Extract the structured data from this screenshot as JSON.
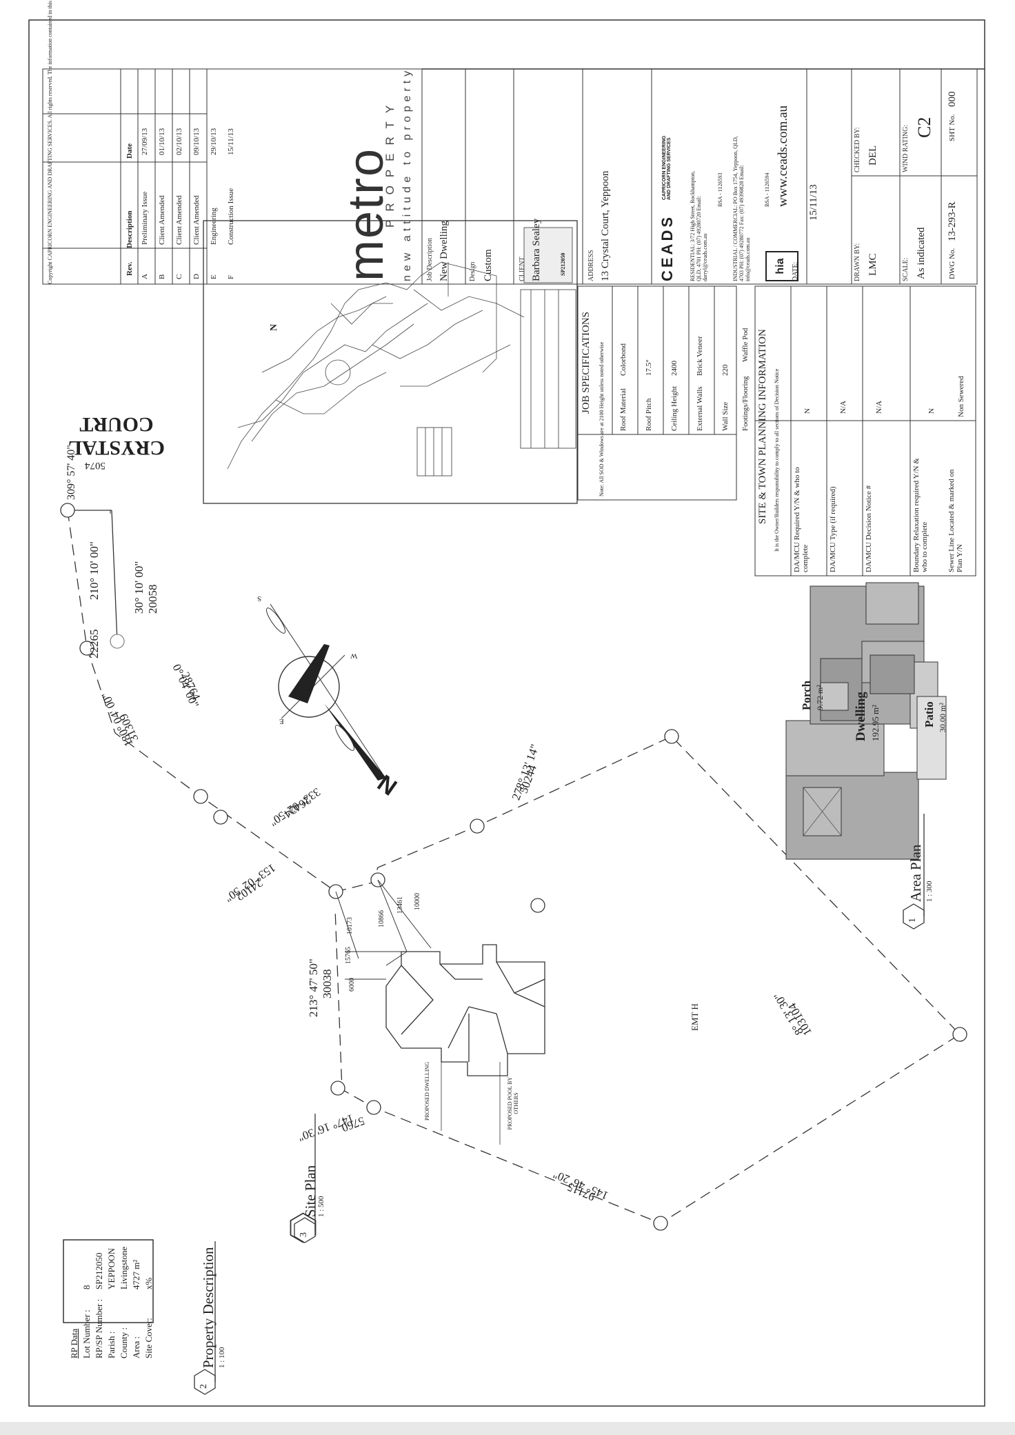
{
  "titleblock": {
    "copyright": "Copyright CAPRICORN ENGINEERING AND DRAFTING SERVICES. All rights reserved. The information contained in this document is subject to the terms and conditions of the agreement or contract under which the document was supplied to the recipient's organisation. None of the information contained in this document and no part of this document shall be: a) disclosed outside the recipient's own organisation b) reproduced or transmitted in any way or stored in any retrieval system, without the prior written permission of CAPRICORN ENGINEERING AND DRAFTING SERVICES.",
    "rev_header": [
      "Rev.",
      "Description",
      "Date"
    ],
    "revisions": [
      [
        "A",
        "Preliminary Issue",
        "27/09/13"
      ],
      [
        "B",
        "Client Amended",
        "01/10/13"
      ],
      [
        "C",
        "Client Amended",
        "02/10/13"
      ],
      [
        "D",
        "Client Amended",
        "09/10/13"
      ],
      [
        "E",
        "Engineering",
        "29/10/13"
      ],
      [
        "F",
        "Construction Issue",
        "15/11/13"
      ]
    ],
    "logo_word": "metro",
    "logo_sub": "PROPERTY",
    "logo_tag": "new attitude to property",
    "job_description_label": "Job Description",
    "job_description": "New Dwelling",
    "design_label": "Design",
    "design": "Custom",
    "client_label": "CLIENT",
    "client": "Barbara Sealey",
    "address_label": "ADDRESS",
    "address": "13 Crystal Court, Yeppoon",
    "ceads": "CEADS",
    "ceads_full": "CAPRICORN ENGINEERING AND DRAFTING SERVICES",
    "residential": "RESIDENTIAL: 3/72 High Street, Rockhampton, QLD, 4701 PH: (07) 49280720 Email: darryl@ceads.com.au",
    "bsa1": "BSA - 1126593",
    "industrial": "INDUSTRIAL / COMMERCIAL: PO Box 1754, Yeppoon, QLD, 4703 PH: (07) 49280772 Fax: (07) 49390828 Email: info@ceads.com.au",
    "bsa2": "BSA - 1126594",
    "website": "www.ceads.com.au",
    "date_label": "DATE:",
    "date": "15/11/13",
    "drawn_label": "DRAWN BY:",
    "drawn": "LMC",
    "checked_label": "CHECKED BY:",
    "checked": "DEL",
    "scale_label": "SCALE:",
    "scale": "As indicated",
    "wind_label": "WIND RATING:",
    "wind": "C2",
    "dwg_label": "DWG No.",
    "dwg": "13-293-R",
    "sht_label": "SHT No.",
    "sht": "000"
  },
  "specs": {
    "title": "JOB SPECIFICATIONS",
    "note": "Note: All SOD & Windows are at 2100 Height unless noted otherwise",
    "rows": [
      [
        "Roof Material",
        "Colorbond"
      ],
      [
        "Roof Pitch",
        "17.5°"
      ],
      [
        "Ceiling Height",
        "2400"
      ],
      [
        "External Walls",
        "Brick Veneer"
      ],
      [
        "Wall Size",
        "220"
      ],
      [
        "Footings/Flooring",
        "Waffle Pod"
      ]
    ]
  },
  "planning": {
    "title": "SITE & TOWN PLANNING INFORMATION",
    "subtitle": "It is the Owner/Builders responsibility to comply to all sections of Decision Notice",
    "rows": [
      [
        "DA/MCU Required Y/N & who to complete",
        "N"
      ],
      [
        "DA/MCU Type (if required)",
        "N/A"
      ],
      [
        "DA/MCU Decision Notice #",
        "N/A"
      ],
      [
        "Boundary Relaxation required Y/N & who to complete",
        "N"
      ],
      [
        "Sewer Line Located & marked on Plan Y/N",
        "Non Sewered"
      ]
    ]
  },
  "site": {
    "street": "CRYSTAL COURT",
    "street_dim": "5074",
    "b1": "309° 57' 40\"",
    "b2_a": "210° 10' 00\"",
    "b2_b": "22265",
    "b3_a": "30° 10' 00\"",
    "b3_b": "20058",
    "b4_a": "180° 04' 00\"",
    "b4_b": "31309",
    "b5_a": "0° 04' 00\"",
    "b5_b": "28764",
    "b6_a": "333° 02' 50\"",
    "b6_b": "26424",
    "b7_a": "153° 02' 50\"",
    "b7_b": "24102",
    "b8_a": "278° 13' 14\"",
    "b8_b": "50244",
    "b9_a": "213° 47' 50\"",
    "b9_b": "30038",
    "b10_a": "147° 16' 30\"",
    "b10_b": "5760",
    "b11_a": "145° 46' 20\"",
    "b11_b": "97115",
    "b12_a": "8° 13' 30\"",
    "b12_b": "103104",
    "d1": "10173",
    "d2": "10866",
    "d3": "13461",
    "d4": "10000",
    "d5": "15765",
    "d6": "6000",
    "emt": "EMT H",
    "proposed_dwelling": "PROPOSED DWELLING",
    "proposed_pool": "PROPOSED POOL BY OTHERS",
    "north": "N",
    "compass_s": "S",
    "compass_w": "W",
    "compass_e": "E"
  },
  "area_plan": {
    "porch": "Porch",
    "porch_area": "9.72 m²",
    "dwelling": "Dwelling",
    "dwelling_area": "192.95 m²",
    "patio": "Patio",
    "patio_area": "30.00 m²"
  },
  "labels": {
    "site_no": "3",
    "site_title": "Site Plan",
    "site_scale": "1 : 500",
    "area_no": "1",
    "area_title": "Area Plan",
    "area_scale": "1 : 300",
    "prop_no": "2",
    "prop_title": "Property Description",
    "prop_scale": "1 : 100"
  },
  "rp": {
    "title": "RP Data",
    "rows": [
      [
        "Lot Number :",
        "8"
      ],
      [
        "RP/SP Number :",
        "SP212050"
      ],
      [
        "Parish :",
        "YEPPOON"
      ],
      [
        "County :",
        "Livingstone"
      ],
      [
        "Area :",
        "4727 m²"
      ],
      [
        "Site Cover:",
        "x%"
      ]
    ]
  },
  "survey": {
    "north": "N",
    "sp": "SP212050"
  }
}
